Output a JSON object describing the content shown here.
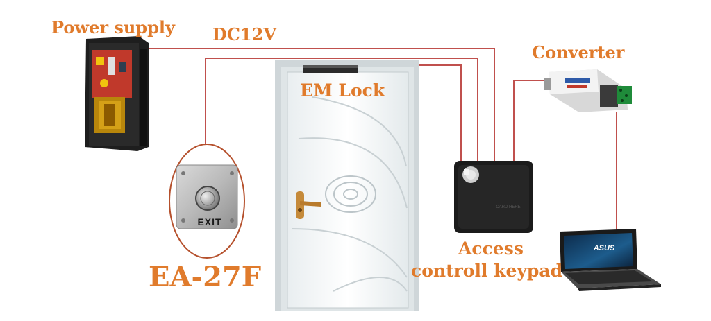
{
  "labels": {
    "power_supply": "Power supply",
    "dc12v": "DC12V",
    "converter": "Converter",
    "em_lock": "EM Lock",
    "model": "EA-27F",
    "access": "Access",
    "keypad": "controll keypad"
  },
  "device_text": {
    "exit_button": "EXIT",
    "laptop_brand": "ASUS",
    "card_reader": "CARD HERE"
  },
  "colors": {
    "label": "#E07B2C",
    "wire": "#C0504D",
    "circle": "#B5502C"
  }
}
